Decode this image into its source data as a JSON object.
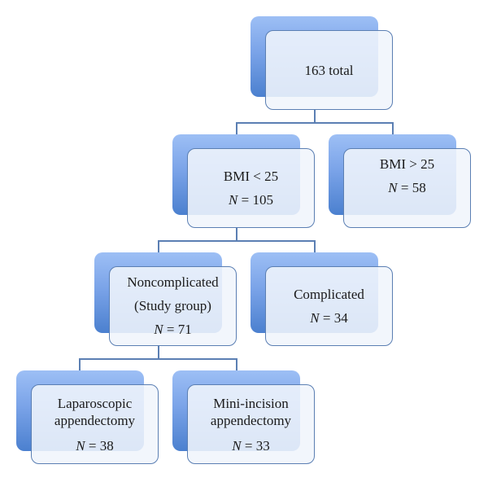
{
  "diagram": {
    "type": "flowchart",
    "nodes": {
      "total": {
        "lines": [
          "163 total"
        ]
      },
      "bmi_low": {
        "label": "BMI < 25",
        "n_symbol": "N",
        "n_text": " = 105"
      },
      "bmi_high": {
        "label": "BMI > 25",
        "n_symbol": "N",
        "n_text": " = 58"
      },
      "noncomplicated": {
        "label1": "Noncomplicated",
        "label2": "(Study group)",
        "n_symbol": "N",
        "n_text": " = 71"
      },
      "complicated": {
        "label": "Complicated",
        "n_symbol": "N",
        "n_text": " = 34"
      },
      "laparoscopic": {
        "label1": "Laparoscopic",
        "label2": "appendectomy",
        "n_symbol": "N",
        "n_text": " = 38"
      },
      "mini_incision": {
        "label1": "Mini-incision",
        "label2": "appendectomy",
        "n_symbol": "N",
        "n_text": " = 33"
      }
    },
    "edges": [
      [
        "total",
        "bmi_low"
      ],
      [
        "total",
        "bmi_high"
      ],
      [
        "bmi_low",
        "noncomplicated"
      ],
      [
        "bmi_low",
        "complicated"
      ],
      [
        "noncomplicated",
        "laparoscopic"
      ],
      [
        "noncomplicated",
        "mini_incision"
      ]
    ],
    "colors": {
      "node_back_top": "#9dbff5",
      "node_back_bottom": "#4b80cf",
      "node_border": "#5b7fb3",
      "node_fill": "#f0f5fc",
      "connector": "#5b7fb3",
      "text": "#1a1a1a"
    }
  }
}
